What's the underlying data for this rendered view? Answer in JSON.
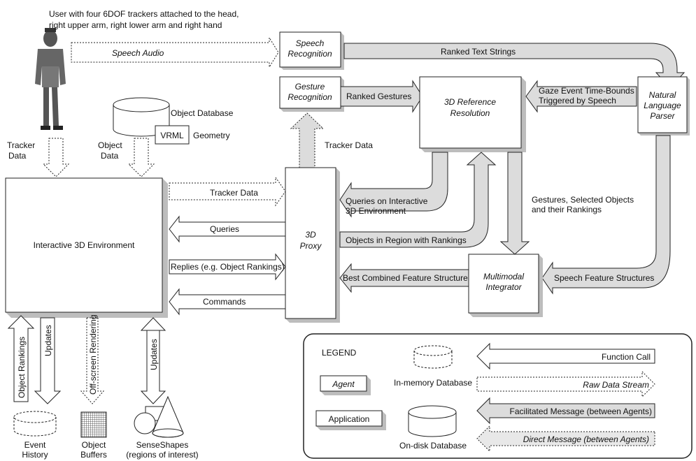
{
  "user_caption": [
    "User with four 6DOF trackers attached to the head,",
    "right upper arm, right lower arm and right hand"
  ],
  "agents": {
    "speech_recognition": [
      "Speech",
      "Recognition"
    ],
    "gesture_recognition": [
      "Gesture",
      "Recognition"
    ],
    "reference_resolution": [
      "3D Reference",
      "Resolution"
    ],
    "nl_parser": [
      "Natural",
      "Language",
      "Parser"
    ],
    "proxy": [
      "3D",
      "Proxy"
    ],
    "multimodal_integrator": [
      "Multimodal",
      "Integrator"
    ]
  },
  "environment": {
    "label": "Interactive 3D Environment"
  },
  "object_database": {
    "label": "Object Database",
    "vrml": "VRML",
    "geometry": "Geometry"
  },
  "flows": {
    "speech_audio": "Speech Audio",
    "ranked_text_strings": "Ranked Text Strings",
    "ranked_gestures": "Ranked Gestures",
    "gaze_event": [
      "Gaze Event Time-Bounds",
      "Triggered by Speech"
    ],
    "tracker_data_up": "Tracker Data",
    "tracker_data_in": [
      "Tracker",
      "Data"
    ],
    "object_data_in": [
      "Object",
      "Data"
    ],
    "tracker_data_proxy": "Tracker Data",
    "queries": "Queries",
    "replies": "Replies (e.g. Object Rankings)",
    "commands": "Commands",
    "queries_interactive": [
      "Queries on Interactive",
      "3D Environment"
    ],
    "objects_in_region": "Objects in Region with Rankings",
    "gestures_selected": [
      "Gestures, Selected Objects",
      "and their Rankings"
    ],
    "best_combined": "Best Combined Feature Structure",
    "speech_feature": "Speech Feature Structures",
    "object_rankings": "Object Rankings",
    "updates_left": "Updates",
    "offscreen": "Off-screen Rendering",
    "updates_right": "Updates"
  },
  "bottom": {
    "event_history": [
      "Event",
      "History"
    ],
    "object_buffers": [
      "Object",
      "Buffers"
    ],
    "senseshapes": [
      "SenseShapes",
      "(regions of interest)"
    ]
  },
  "legend": {
    "title": "LEGEND",
    "agent": "Agent",
    "application": "Application",
    "in_memory": "In-memory Database",
    "on_disk": "On-disk Database",
    "function_call": "Function Call",
    "raw_data": "Raw Data Stream",
    "facilitated": "Facilitated Message (between Agents)",
    "direct": "Direct Message (between Agents)"
  },
  "colors": {
    "fill_gray": "#dcdcdc",
    "box_shadow": "#bdbdbd",
    "stroke": "#222222"
  }
}
